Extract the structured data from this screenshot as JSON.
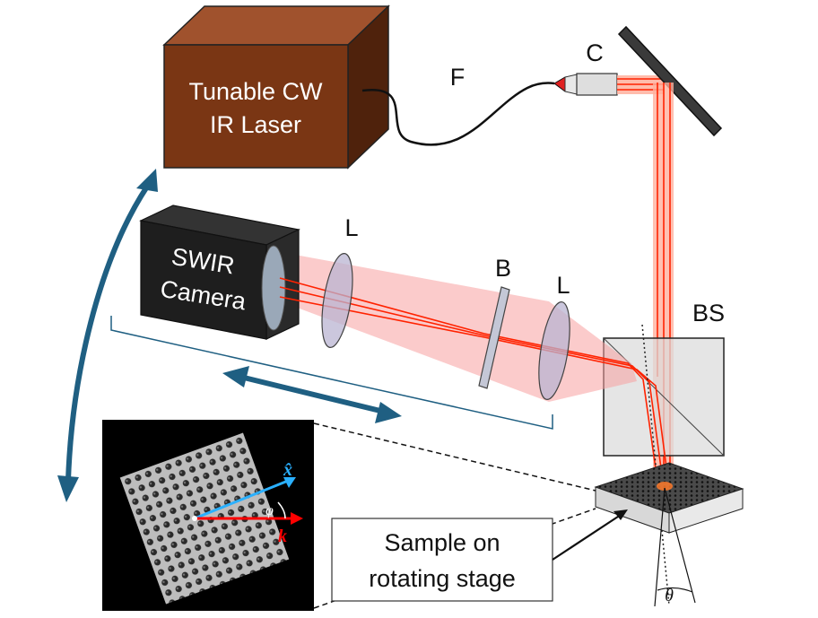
{
  "labels": {
    "laser_line1": "Tunable CW",
    "laser_line2": "IR Laser",
    "fiber": "F",
    "collimator": "C",
    "camera_line1": "SWIR",
    "camera_line2": "Camera",
    "lens_1": "L",
    "lens_2": "L",
    "block": "B",
    "beamsplitter": "BS",
    "sample_line1": "Sample on",
    "sample_line2": "rotating stage",
    "theta": "θ",
    "inset_x": "x̂",
    "inset_k": "k",
    "inset_phi": "φ"
  },
  "colors": {
    "laser_body": "#7a3614",
    "laser_top": "#a0522d",
    "laser_side": "#4f220c",
    "beam_red": "#ff2200",
    "beam_glow": "#ff9a85",
    "cone_pink": "#f7a0a0",
    "arrow_blue": "#1f5f82",
    "inset_x_axis": "#2ab0ff",
    "inset_k_axis": "#ff0000",
    "lens_fill": "#b9b4d2",
    "bs_fill": "#dcdcdc"
  }
}
